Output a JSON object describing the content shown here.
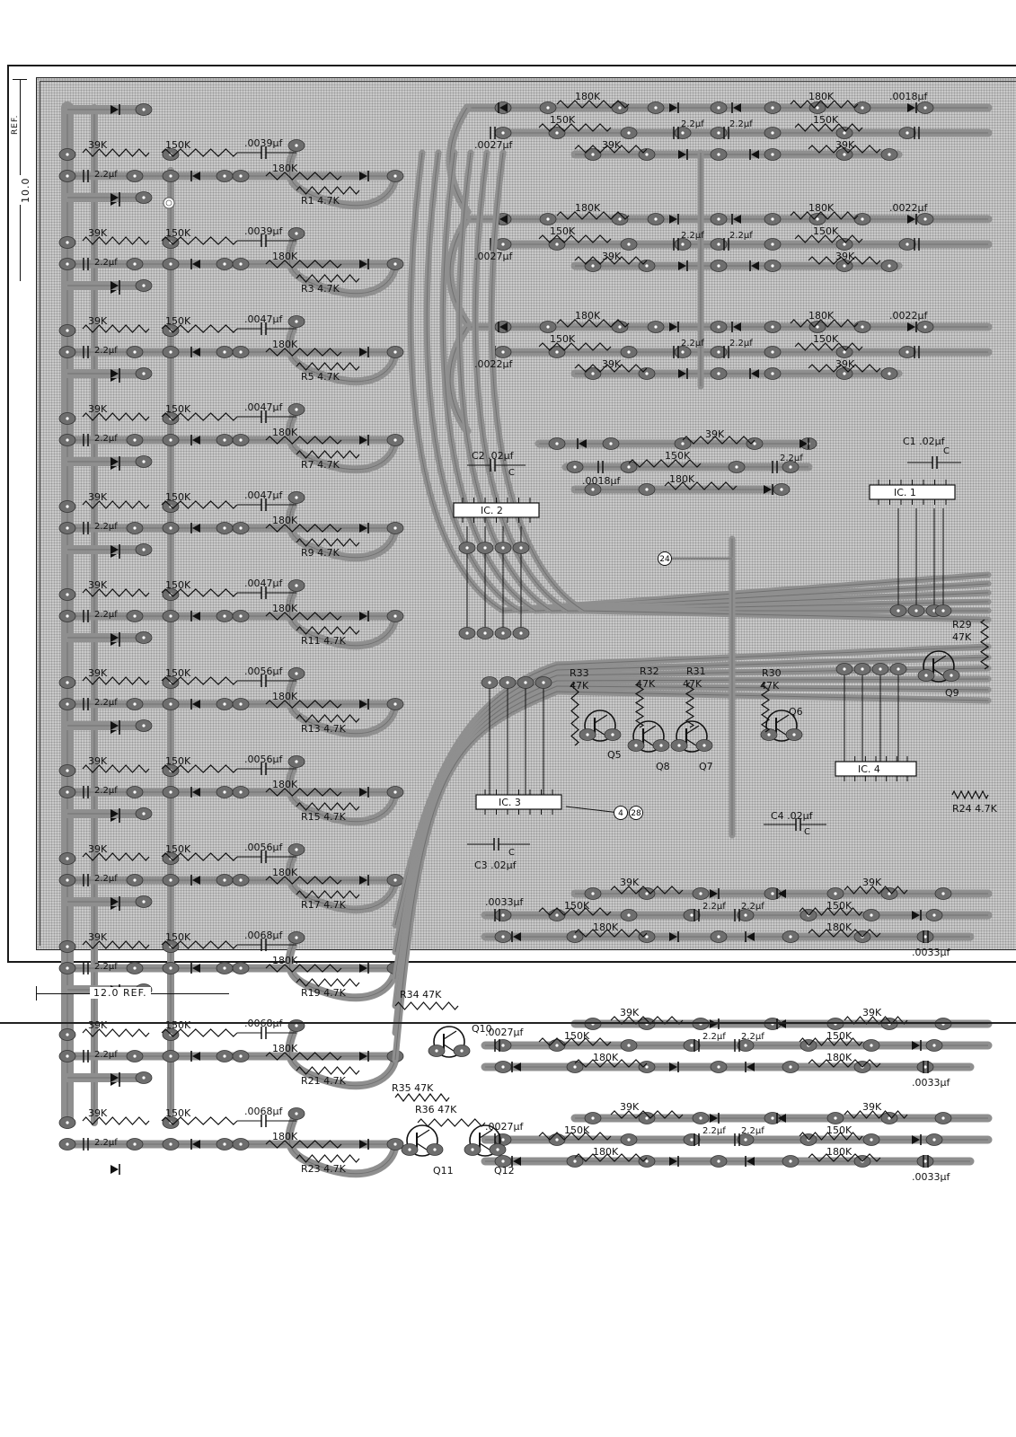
{
  "dimensions": {
    "horizontal": "12.0 REF.",
    "vertical": "10.0",
    "vertical_ref": "REF."
  },
  "references": [
    "4",
    "28",
    "24"
  ],
  "resistors": {
    "ladder_39k": "39K",
    "ladder_150k": "150K",
    "ladder_180k": "180K",
    "r1": "R1 4.7K",
    "r3": "R3 4.7K",
    "r5": "R5 4.7K",
    "r7": "R7 4.7K",
    "r9": "R9 4.7K",
    "r11": "R11 4.7K",
    "r13": "R13 4.7K",
    "r15": "R15 4.7K",
    "r17": "R17 4.7K",
    "r19": "R19 4.7K",
    "r21": "R21 4.7K",
    "r23": "R23 4.7K",
    "r24": "R24 4.7K",
    "r29": "R29",
    "r29_value": "47K",
    "r30": "R30",
    "r31": "R31",
    "r32": "R32",
    "r33": "R33",
    "r3x_value": "47K",
    "r34": "R34 47K",
    "r35": "R35 47K",
    "r36": "R36 47K",
    "k180": "180K",
    "k150": "150K",
    "k39": "39K"
  },
  "capacitors": {
    "c0039": ".0039µf",
    "c0047": ".0047µf",
    "c0056": ".0056µf",
    "c0068": ".0068µf",
    "c0027": ".0027µf",
    "c0022": ".0022µf",
    "c0018": ".0018µf",
    "c0033": ".0033µf",
    "c22": "2.2µf",
    "c1": "C1 .02µf",
    "c2": "C2 .02µf",
    "c3": "C3 .02µf",
    "c4": "C4 .02µf",
    "cap_c": "C"
  },
  "transistors": [
    "Q5",
    "Q6",
    "Q7",
    "Q8",
    "Q9",
    "Q10",
    "Q11",
    "Q12"
  ],
  "ics": {
    "ic1": "IC. 1",
    "ic2": "IC. 2",
    "ic3": "IC. 3",
    "ic4": "IC. 4"
  },
  "ladder": {
    "rows": 12,
    "caps": [
      ".0039µf",
      ".0039µf",
      ".0047µf",
      ".0047µf",
      ".0047µf",
      ".0047µf",
      ".0056µf",
      ".0056µf",
      ".0056µf",
      ".0068µf",
      ".0068µf",
      ".0068µf"
    ],
    "r47": [
      "R1 4.7K",
      "R3 4.7K",
      "R5 4.7K",
      "R7 4.7K",
      "R9 4.7K",
      "R11 4.7K",
      "R13 4.7K",
      "R15 4.7K",
      "R17 4.7K",
      "R19 4.7K",
      "R21 4.7K",
      "R23 4.7K"
    ]
  }
}
